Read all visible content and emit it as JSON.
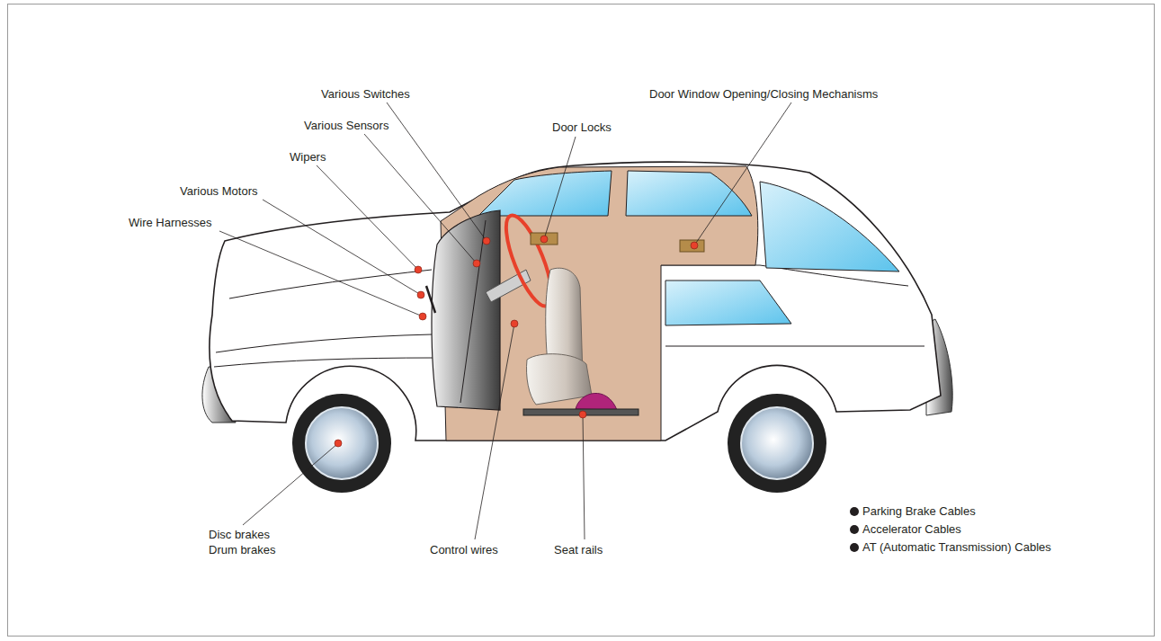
{
  "diagram": {
    "labels": [
      "Various Switches",
      "Various Sensors",
      "Wipers",
      "Various Motors",
      "Wire Harnesses",
      "Door Locks",
      "Door Window Opening/Closing Mechanisms",
      "Disc brakes",
      "Drum brakes",
      "Control wires",
      "Seat rails",
      "Parking Brake Cables",
      "Accelerator Cables",
      "AT (Automatic Transmission) Cables"
    ]
  }
}
